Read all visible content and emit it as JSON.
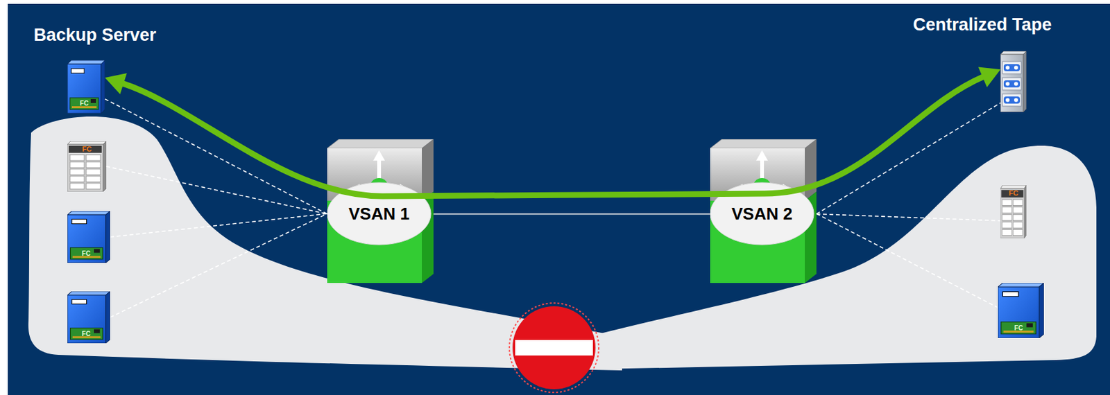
{
  "diagram": {
    "nodes": [
      {
        "text": [
          "Backup Server"
        ]
      },
      {
        "text": [
          "FC"
        ]
      },
      {
        "text": [
          "VSAN 1"
        ]
      },
      {
        "text": [
          "VSAN 2"
        ]
      },
      {
        "text": [
          "Centralized Tape"
        ]
      },
      {
        "text": [
          "FC"
        ]
      }
    ],
    "edges": [
      {
        "from": 0,
        "to": 2,
        "arrow": "none"
      },
      {
        "from": 1,
        "to": 2,
        "arrow": "none"
      },
      {
        "from": 2,
        "to": 3,
        "arrow": "none"
      },
      {
        "from": 3,
        "to": 4,
        "arrow": "none"
      },
      {
        "from": 3,
        "to": 5,
        "arrow": "none"
      },
      {
        "from": 0,
        "to": 4,
        "arrow": "both"
      }
    ],
    "labels": [
      "FC",
      "FC",
      "FC",
      "FC"
    ]
  }
}
